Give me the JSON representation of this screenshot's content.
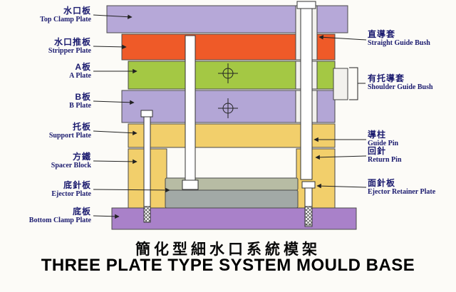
{
  "left_labels": [
    {
      "zh": "水口板",
      "en": "Top Clamp Plate"
    },
    {
      "zh": "水口推板",
      "en": "Stripper Plate"
    },
    {
      "zh": "A板",
      "en": "A Plate"
    },
    {
      "zh": "B板",
      "en": "B Plate"
    },
    {
      "zh": "托板",
      "en": "Support Plate"
    },
    {
      "zh": "方鐵",
      "en": "Spacer Block"
    },
    {
      "zh": "底針板",
      "en": "Ejector Plate"
    },
    {
      "zh": "底板",
      "en": "Bottom Clamp Plate"
    }
  ],
  "right_labels": [
    {
      "zh": "直導套",
      "en": "Straight Guide Bush"
    },
    {
      "zh": "有托導套",
      "en": "Shoulder Guide Bush"
    },
    {
      "zh": "導柱",
      "en": "Guide Pin"
    },
    {
      "zh": "回針",
      "en": "Return Pin"
    },
    {
      "zh": "面針板",
      "en": "Ejector Retainer Plate"
    }
  ],
  "title": {
    "zh": "簡化型細水口系統模架",
    "en": "THREE PLATE TYPE SYSTEM MOULD BASE"
  },
  "colors": {
    "top_clamp_plate": "#b6a8d8",
    "stripper_plate": "#ef5a28",
    "a_plate": "#a4c844",
    "b_plate": "#b3a6d6",
    "support_plate": "#f2cf6b",
    "spacer_block": "#f2cf6b",
    "ejector_retainer_plate": "#b7bca4",
    "ejector_plate": "#a2a9a6",
    "bottom_clamp_plate": "#a981c9",
    "label_text": "#1b1b6f",
    "title_text": "#000000"
  }
}
